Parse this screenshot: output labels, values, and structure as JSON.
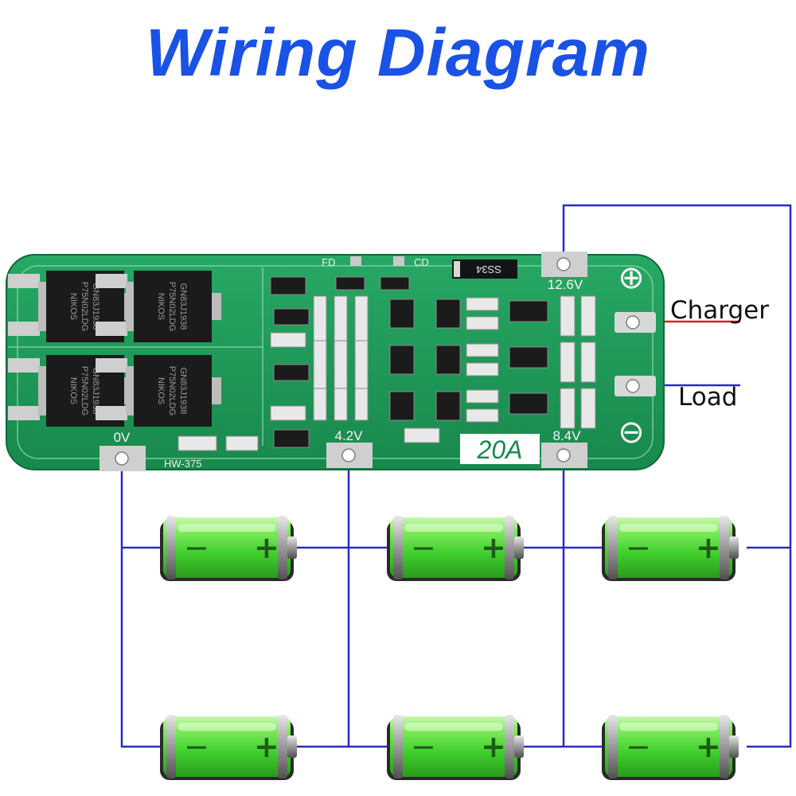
{
  "title": "Wiring Diagram",
  "colors": {
    "title": "#1a52e6",
    "wire": "#2a2ac8",
    "charger_wire": "#d42020",
    "board": "#1f9a5a",
    "battery": "#4ed636"
  },
  "board": {
    "model": "HW-375",
    "rating": "20A",
    "fd_label": "FD",
    "cd_label": "CD",
    "diode_code": "SS34",
    "mosfet_line1": "NIKOS",
    "mosfet_line2": "P75N02LDG",
    "mosfet_line3": "GN83J1938",
    "plus_symbol": "⊕",
    "minus_symbol": "⊖"
  },
  "terminals": {
    "t0": "0V",
    "t1": "4.2V",
    "t2": "8.4V",
    "t3": "12.6V"
  },
  "labels": {
    "charger": "Charger",
    "load": "Load"
  },
  "battery": {
    "minus": "−",
    "plus": "+",
    "count": 6
  }
}
